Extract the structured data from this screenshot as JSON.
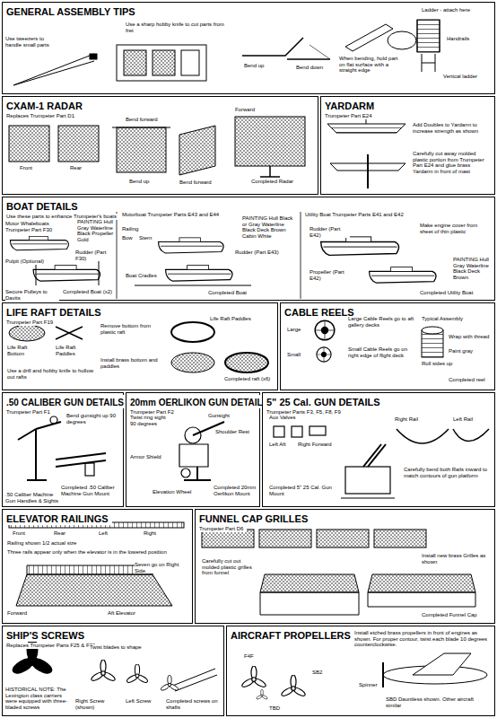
{
  "diagram": {
    "nodes": [
      {
        "text": [
          "GENERAL ASSEMBLY TIPS"
        ]
      },
      {
        "text": [
          "CXAM-1 RADAR",
          "Replaces Trumpeter Part D1"
        ]
      },
      {
        "text": [
          "YARDARM",
          "Trumpeter Part E24"
        ]
      },
      {
        "text": [
          "BOAT DETAILS",
          "Use these parts to enhance Trumpeter's boats"
        ]
      },
      {
        "text": [
          "LIFE RAFT DETAILS",
          "Trumpeter Part F19"
        ]
      },
      {
        "text": [
          "CABLE REELS"
        ]
      },
      {
        "text": [
          ".50 CALIBER GUN DETAILS",
          "Trumpeter Part F1"
        ]
      },
      {
        "text": [
          "20mm OERLIKON GUN DETAILS",
          "Trumpeter Part F2"
        ]
      },
      {
        "text": [
          "5\" 25 Cal. GUN DETAILS",
          "Trumpeter Parts F3, F5, F8, F9"
        ]
      },
      {
        "text": [
          "ELEVATOR RAILINGS"
        ]
      },
      {
        "text": [
          "FUNNEL CAP GRILLES",
          "Trumpeter Part D6"
        ]
      },
      {
        "text": [
          "SHIP'S SCREWS",
          "Replaces Trumpeter Parts F25 & F36"
        ]
      },
      {
        "text": [
          "AIRCRAFT PROPELLERS"
        ]
      }
    ],
    "labels": [
      "Use tweezers to handle small parts",
      "Use a sharp hobby knife to cut parts from fret",
      "Bend up",
      "Bend down",
      "When bending, hold part on flat surface with a straight edge",
      "Ladder - attach here",
      "Handrails",
      "Vertical ladder",
      "Front",
      "Rear",
      "Bend forward",
      "Bend up",
      "Bend forward",
      "Forward",
      "Completed Radar",
      "Add Doubles to Yardarm to increase strength as shown",
      "Carefully cut away molded plastic portion from Trumpeter Part E24 and glue brass Yardarm in front of mast",
      "Motor Whaleboats",
      "Trumpeter Part F30",
      "Pulpit (Optional)",
      "Rudder (Part F30)",
      "PAINTING Hull Gray Waterline Black Propeller Gold",
      "Secure Pulleys to Davits",
      "Completed Boat (x2)",
      "Motorboat Trumpeter Parts E43 and E44",
      "Railing",
      "Bow",
      "Stern",
      "Rudder (Part E43)",
      "Boat Cradles",
      "Completed Boat",
      "PAINTING Hull Black or Gray Waterline Black Deck Brown Cabin White",
      "Utility Boat Trumpeter Parts E41 and E42",
      "Rudder (Part E42)",
      "Propeller (Part E42)",
      "Make engine cover from sheet of thin plastic",
      "Completed Utility Boat",
      "PAINTING Hull Gray Waterline Black Deck Brown",
      "Life Raft Bottom",
      "Life Raft Paddles",
      "Remove bottom from plastic raft",
      "Life Raft Paddles",
      "Install brass bottom and paddles",
      "Completed raft (x6)",
      "Use a drill and hobby knife to hollow out rafts",
      "Large",
      "Small",
      "Large Cable Reels go to aft gallery decks",
      "Small Cable Reels go on right edge of flight deck",
      "Typical Assembly",
      "Roll sides up",
      "Wrap with thread",
      "Paint gray",
      "Completed reel",
      "Bend gunsight up 90 degrees",
      "Completed .50 Caliber Machine Gun Mount",
      ".50 Caliber Machine Gun Handles & Sights",
      "Twist ring sight 90 degrees",
      "Gunsight",
      "Shoulder Rest",
      "Armor Shield",
      "Elevation Wheel",
      "Completed 20mm Oerlikon Mount",
      "Aux Valves",
      "Left Aft",
      "Right Forward",
      "Right Rail",
      "Left Rail",
      "Completed 5\" 25 Cal. Gun Mount",
      "Carefully bend both Rails inward to match contours of gun platform",
      "Front",
      "Rear",
      "Left",
      "Right",
      "Railing shown 1/2 actual size",
      "Three rails appear only when the elevator is in the lowered position",
      "Seven go on Right Side",
      "Forward",
      "Aft Elevator",
      "Carefully cut out molded plastic grilles from funnel",
      "Install new brass Grilles as shown",
      "Completed Funnel Cap",
      "HISTORICAL NOTE: The Lexington class carriers were equipped with three-bladed screws",
      "Twist blades to shape",
      "Right Screw (shown)",
      "Left Screw",
      "Completed screws on shafts",
      "Install etched brass propellers in front of engines as shown. For proper contour, twist each blade 10 degrees counterclockwise.",
      "F4F",
      "SB2",
      "TBD",
      "SBD Dauntless shown. Other aircraft similar",
      "Spinner"
    ]
  }
}
